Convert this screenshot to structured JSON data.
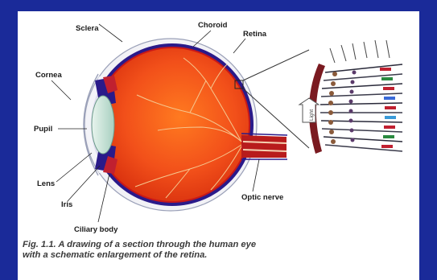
{
  "labels": {
    "sclera": "Sclera",
    "choroid": "Choroid",
    "retina": "Retina",
    "cornea": "Cornea",
    "pupil": "Pupil",
    "lens": "Lens",
    "iris": "Iris",
    "ciliary_body": "Ciliary body",
    "optic_nerve": "Optic nerve",
    "light": "Light"
  },
  "caption": {
    "line1": "Fig. 1.1. A drawing of a section through the human eye",
    "line2": "with a schematic enlargement of the retina."
  },
  "colors": {
    "background": "#1a2a99",
    "panel": "#ffffff",
    "choroid": "#2a1a8a",
    "vitreous": "#f04a10",
    "vessel": "#f0c080",
    "optic_nerve": "#c02020",
    "lens": "#cfe8dc",
    "pigment": "#7a1a20"
  },
  "icons": {
    "light_arrow": "arrow-left-outline-icon"
  }
}
